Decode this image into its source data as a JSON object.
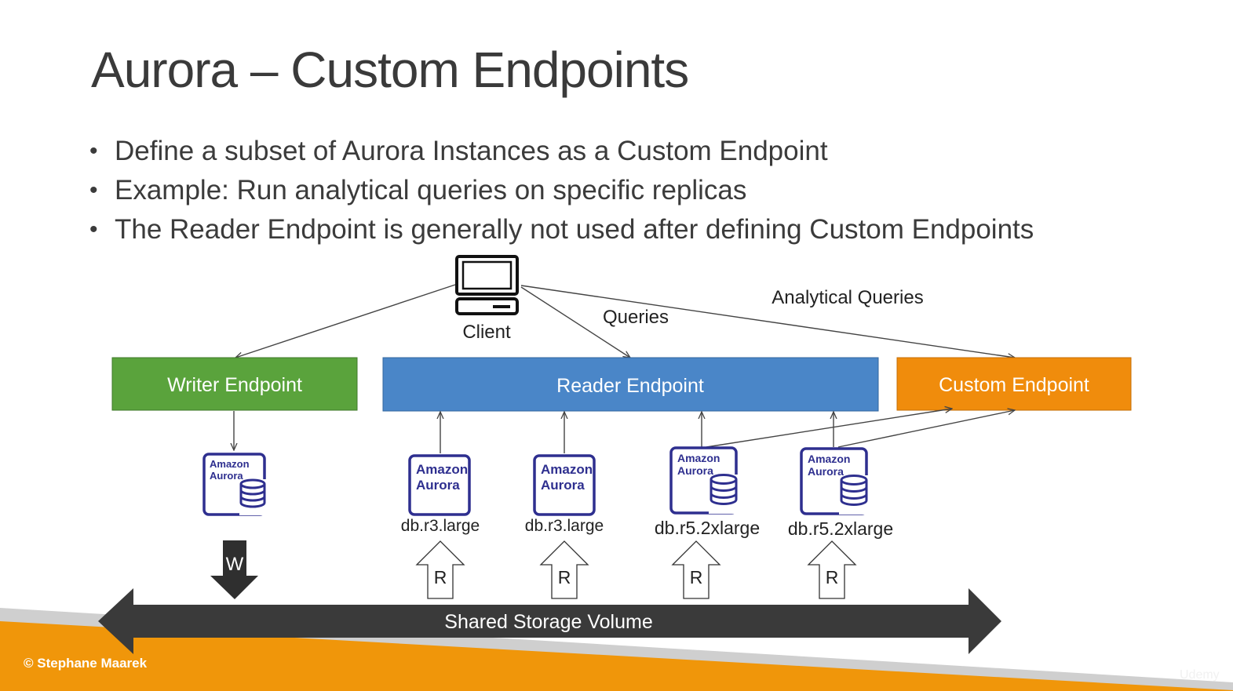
{
  "slide": {
    "title": "Aurora – Custom Endpoints",
    "bullets": [
      "Define a subset of Aurora Instances as a Custom Endpoint",
      "Example: Run analytical queries on specific replicas",
      "The Reader Endpoint is generally not used after defining Custom Endpoints"
    ]
  },
  "diagram": {
    "client_label": "Client",
    "queries_label": "Queries",
    "analytical_label": "Analytical Queries",
    "writer_endpoint": "Writer Endpoint",
    "reader_endpoint": "Reader Endpoint",
    "custom_endpoint": "Custom Endpoint",
    "aurora_line1": "Amazon",
    "aurora_line2": "Aurora",
    "instances": [
      {
        "type": "db.r3.large"
      },
      {
        "type": "db.r3.large"
      },
      {
        "type": "db.r5.2xlarge"
      },
      {
        "type": "db.r5.2xlarge"
      }
    ],
    "write_label": "W",
    "read_label": "R",
    "storage_label": "Shared Storage Volume"
  },
  "footer": {
    "copyright": "© Stephane Maarek",
    "brand": "Udemy"
  },
  "colors": {
    "writer": "#5aa33c",
    "reader": "#4a86c8",
    "custom": "#f08c0c",
    "aurora": "#2e2f8f",
    "storage": "#3a3a3a",
    "footer_orange": "#f0960a"
  }
}
